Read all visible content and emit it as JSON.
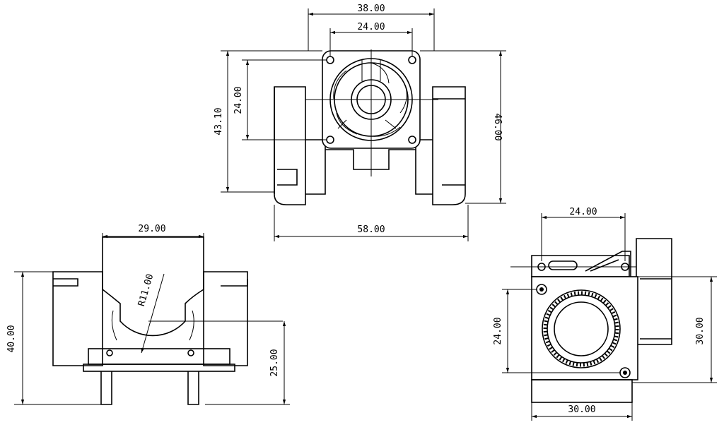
{
  "dimensions": {
    "top_width_38": "38.00",
    "top_width_24": "24.00",
    "top_height_43": "43.10",
    "top_height_24": "24.00",
    "top_height_46": "46.00",
    "top_width_58": "58.00",
    "side_width_29": "29.00",
    "side_radius": "R11.00",
    "side_height_40": "40.00",
    "side_height_25": "25.00",
    "right_width_24": "24.00",
    "right_height_24": "24.00",
    "right_height_30": "30.00",
    "right_width_30": "30.00"
  }
}
